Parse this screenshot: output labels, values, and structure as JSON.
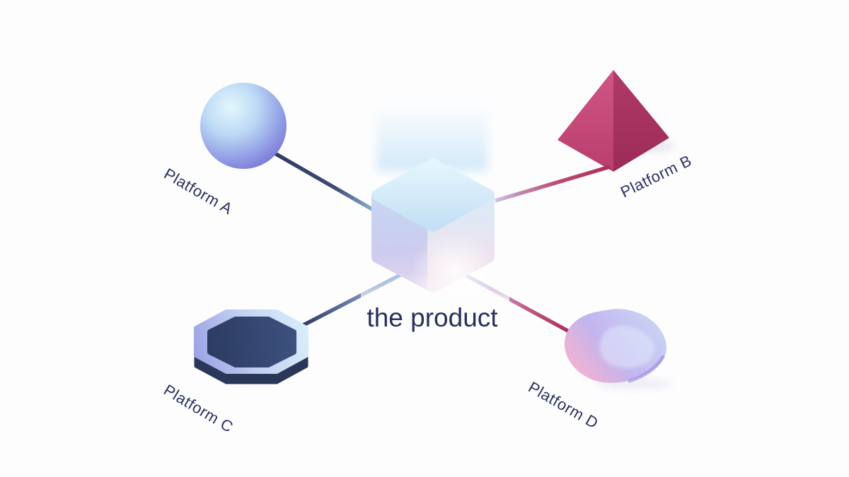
{
  "diagram": {
    "center_node": {
      "label": "the product",
      "shape": "cube"
    },
    "nodes": [
      {
        "label": "Platform A",
        "shape": "sphere",
        "position": "top-left"
      },
      {
        "label": "Platform B",
        "shape": "pyramid",
        "position": "top-right"
      },
      {
        "label": "Platform C",
        "shape": "octagon-disc",
        "position": "bottom-left"
      },
      {
        "label": "Platform D",
        "shape": "pebble",
        "position": "bottom-right"
      }
    ],
    "connections": [
      {
        "from": "the product",
        "to": "Platform A"
      },
      {
        "from": "the product",
        "to": "Platform B"
      },
      {
        "from": "the product",
        "to": "Platform C"
      },
      {
        "from": "the product",
        "to": "Platform D"
      }
    ],
    "colors": {
      "background": "#fdfdfe",
      "label_text": "#2c3160",
      "connector_navy": "#2d3960",
      "connector_navy_light": "#a8d2e8",
      "connector_crimson": "#ac2e5b",
      "connector_crimson_light": "#c9c4ec",
      "sphere_highlight": "#e3f7fc",
      "sphere_mid": "#bcd9f4",
      "sphere_deep": "#7e7cd8",
      "pyramid_left_face": "#d05686",
      "pyramid_left_face_dark": "#b93e6e",
      "pyramid_right_face": "#b03a68",
      "pyramid_right_face_dark": "#9b2c56",
      "octagon_ring_left": "#9da3e4",
      "octagon_ring_right": "#d9effb",
      "octagon_core_dark": "#2c3c62",
      "octagon_core_light": "#3d517e",
      "octagon_rim": "#2b3759",
      "pebble_pink": "#f7b2cf",
      "pebble_lavender": "#c3b4ee",
      "pebble_blue": "#c9d4f6",
      "cube_top": "#e4f5fd",
      "cube_top_deep": "#c4e0f4",
      "cube_left": "#c6d7f2",
      "cube_left_warm": "#e0d4ee",
      "cube_right": "#d9eaf8",
      "cube_right_warm": "#f4dce8",
      "cube_glow": "#cfe8f7"
    }
  }
}
